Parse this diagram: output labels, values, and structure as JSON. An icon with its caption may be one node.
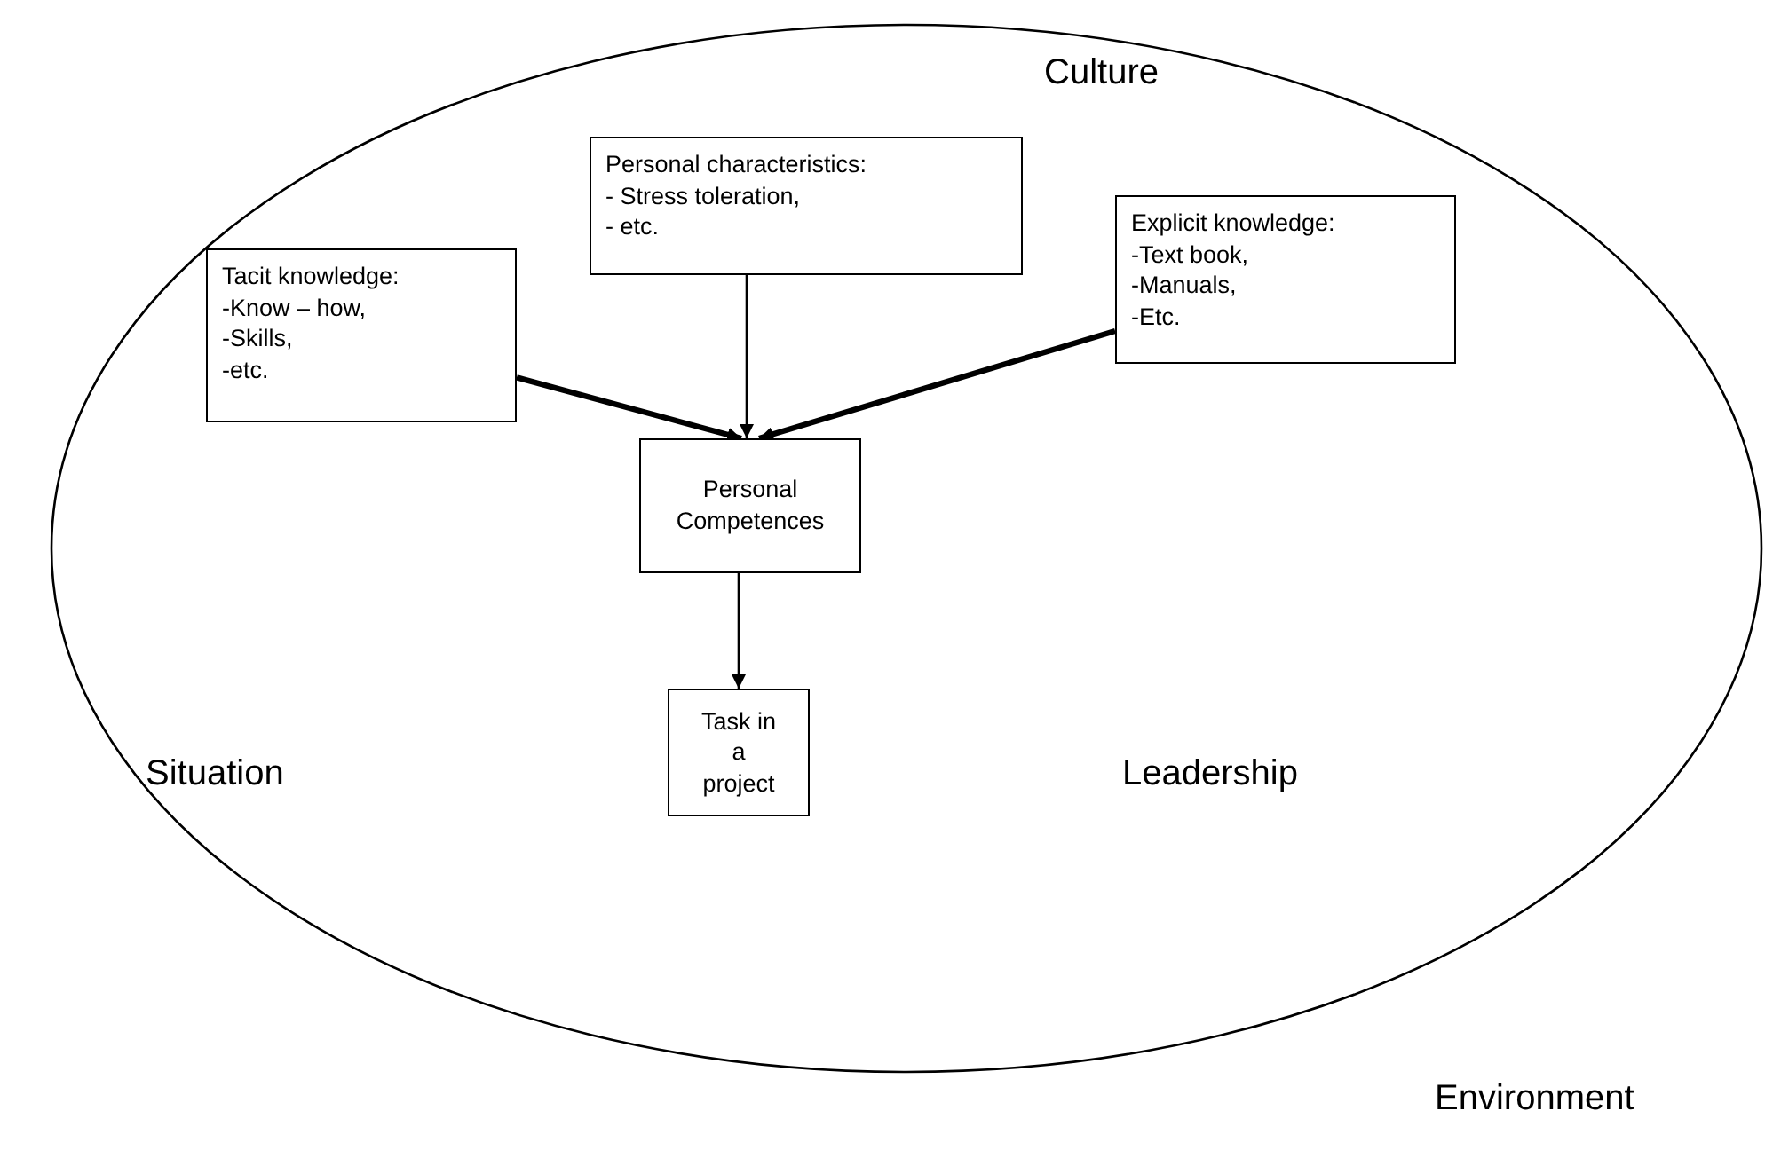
{
  "diagram": {
    "nodes": [
      {
        "text": [
          "Culture",
          "Situation",
          "Leadership"
        ]
      },
      {
        "text": [
          "Personal characteristics:",
          "- Stress toleration,",
          "- etc."
        ],
        "in": 0
      },
      {
        "text": [
          "Explicit knowledge:",
          "-Text book,",
          "-Manuals,",
          "-Etc."
        ],
        "in": 0
      },
      {
        "text": [
          "Tacit knowledge:",
          "-Know – how,",
          "-Skills,",
          "-etc."
        ],
        "in": 0
      },
      {
        "text": [
          "Personal Competences"
        ],
        "in": 0
      },
      {
        "text": [
          "Task in a project"
        ],
        "in": 0
      }
    ],
    "edges": [
      {
        "from": 3,
        "to": 4,
        "arrow": "to",
        "style": "thick"
      },
      {
        "from": 1,
        "to": 4,
        "arrow": "to"
      },
      {
        "from": 2,
        "to": 4,
        "arrow": "to",
        "style": "thick"
      },
      {
        "from": 4,
        "to": 5,
        "arrow": "to"
      }
    ],
    "labels": [
      "Environment"
    ]
  }
}
